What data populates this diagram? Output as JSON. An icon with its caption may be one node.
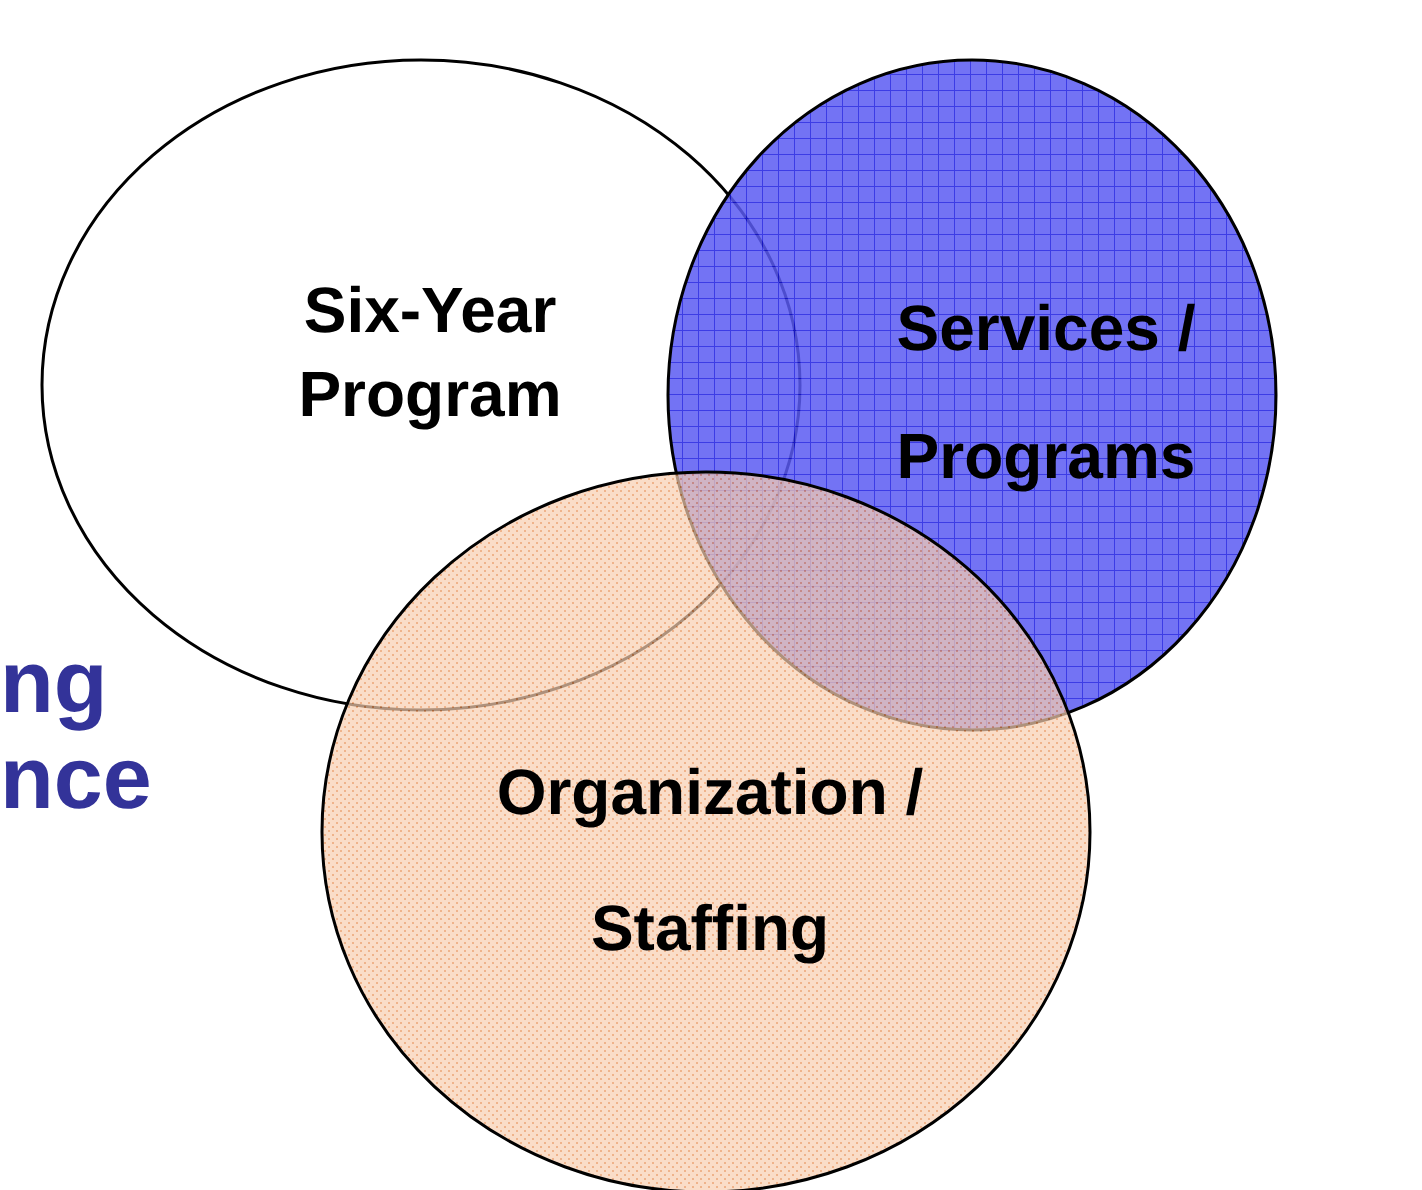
{
  "diagram": {
    "nodes": [
      {
        "text": [
          "Six-Year Program"
        ]
      },
      {
        "text": [
          "Services / Programs"
        ]
      },
      {
        "text": [
          "Organization / Staffing"
        ]
      }
    ],
    "labels": [
      "ng",
      "nce"
    ]
  }
}
